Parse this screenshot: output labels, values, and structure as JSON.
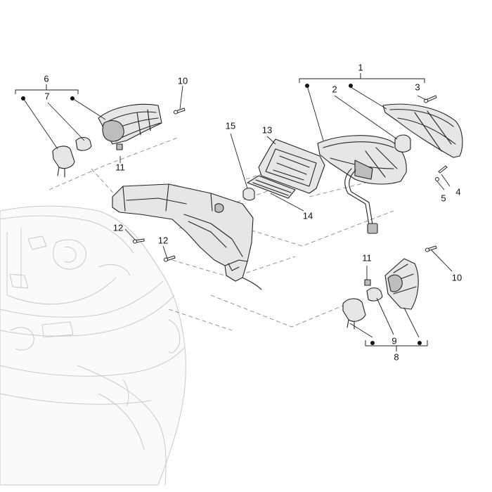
{
  "diagram": {
    "part_labels": {
      "p1": "1",
      "p2": "2",
      "p3": "3",
      "p4": "4",
      "p5": "5",
      "p6": "6",
      "p7": "7",
      "p8": "8",
      "p9": "9",
      "p10a": "10",
      "p10b": "10",
      "p11a": "11",
      "p11b": "11",
      "p12a": "12",
      "p12b": "12",
      "p13": "13",
      "p14": "14",
      "p15": "15"
    }
  }
}
